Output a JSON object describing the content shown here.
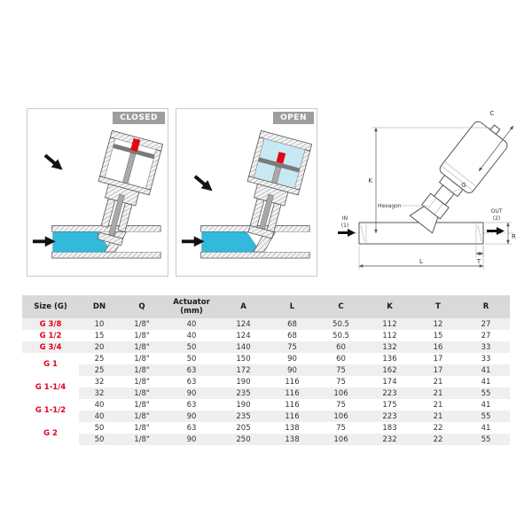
{
  "diagrams": {
    "closed": {
      "label": "CLOSED"
    },
    "open": {
      "label": "OPEN"
    },
    "dimension": {
      "c": "C",
      "k": "K",
      "g": "G",
      "in_label": "IN",
      "in_sub": "(1)",
      "out_label": "OUT",
      "out_sub": "(2)",
      "l": "L",
      "t": "T",
      "r": "R",
      "hexagon": "Hexagon"
    }
  },
  "colors": {
    "size_red": "#e2001a",
    "piston_red": "#e30613",
    "fluid_cyan": "#35b9da",
    "air_cyan": "#c8e9f4",
    "badge_gray": "#9e9e9e",
    "header_gray": "#d9d9d9",
    "stripe_gray": "#efefef"
  },
  "table": {
    "headers": [
      "Size (G)",
      "DN",
      "Q",
      "Actuator (mm)",
      "A",
      "L",
      "C",
      "K",
      "T",
      "R"
    ],
    "groups": [
      {
        "size": "G 3/8",
        "rows": [
          [
            "10",
            "1/8\"",
            "40",
            "124",
            "68",
            "50.5",
            "112",
            "12",
            "27"
          ]
        ]
      },
      {
        "size": "G 1/2",
        "rows": [
          [
            "15",
            "1/8\"",
            "40",
            "124",
            "68",
            "50.5",
            "112",
            "15",
            "27"
          ]
        ]
      },
      {
        "size": "G 3/4",
        "rows": [
          [
            "20",
            "1/8\"",
            "50",
            "140",
            "75",
            "60",
            "132",
            "16",
            "33"
          ]
        ]
      },
      {
        "size": "G 1",
        "rows": [
          [
            "25",
            "1/8\"",
            "50",
            "150",
            "90",
            "60",
            "136",
            "17",
            "33"
          ],
          [
            "25",
            "1/8\"",
            "63",
            "172",
            "90",
            "75",
            "162",
            "17",
            "41"
          ]
        ]
      },
      {
        "size": "G 1-1/4",
        "rows": [
          [
            "32",
            "1/8\"",
            "63",
            "190",
            "116",
            "75",
            "174",
            "21",
            "41"
          ],
          [
            "32",
            "1/8\"",
            "90",
            "235",
            "116",
            "106",
            "223",
            "21",
            "55"
          ]
        ]
      },
      {
        "size": "G 1-1/2",
        "rows": [
          [
            "40",
            "1/8\"",
            "63",
            "190",
            "116",
            "75",
            "175",
            "21",
            "41"
          ],
          [
            "40",
            "1/8\"",
            "90",
            "235",
            "116",
            "106",
            "223",
            "21",
            "55"
          ]
        ]
      },
      {
        "size": "G 2",
        "rows": [
          [
            "50",
            "1/8\"",
            "63",
            "205",
            "138",
            "75",
            "183",
            "22",
            "41"
          ],
          [
            "50",
            "1/8\"",
            "90",
            "250",
            "138",
            "106",
            "232",
            "22",
            "55"
          ]
        ]
      }
    ]
  }
}
